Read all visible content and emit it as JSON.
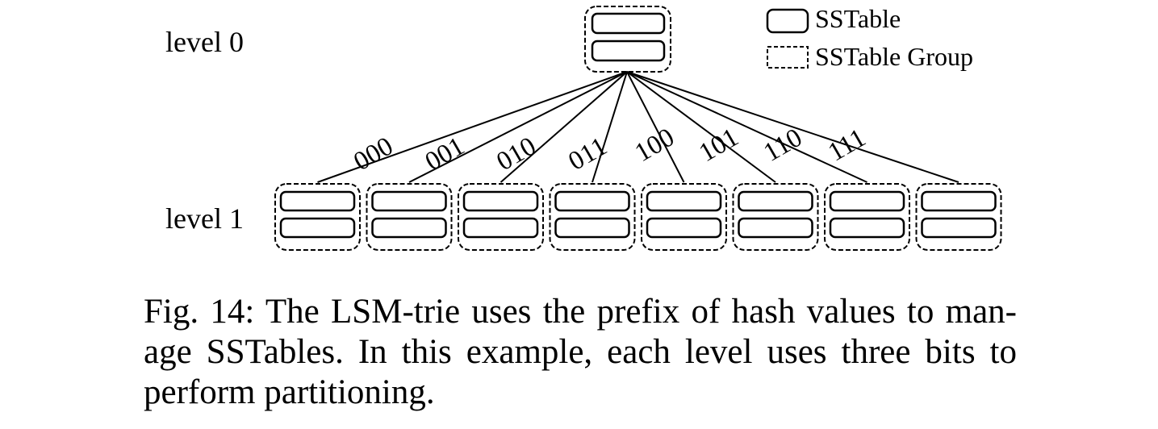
{
  "legend": {
    "sstable_label": "SSTable",
    "group_label": "SSTable Group"
  },
  "levels": {
    "level0_label": "level 0",
    "level1_label": "level 1"
  },
  "level0": {
    "sstable_count": 2
  },
  "level1": {
    "prefixes": [
      "000",
      "001",
      "010",
      "011",
      "100",
      "101",
      "110",
      "111"
    ],
    "sstables_per_group": 2
  },
  "caption": {
    "text": "Fig. 14: The LSM-trie uses the prefix of hash values to man-age SSTables. In this example, each level uses three bits to perform partitioning."
  }
}
